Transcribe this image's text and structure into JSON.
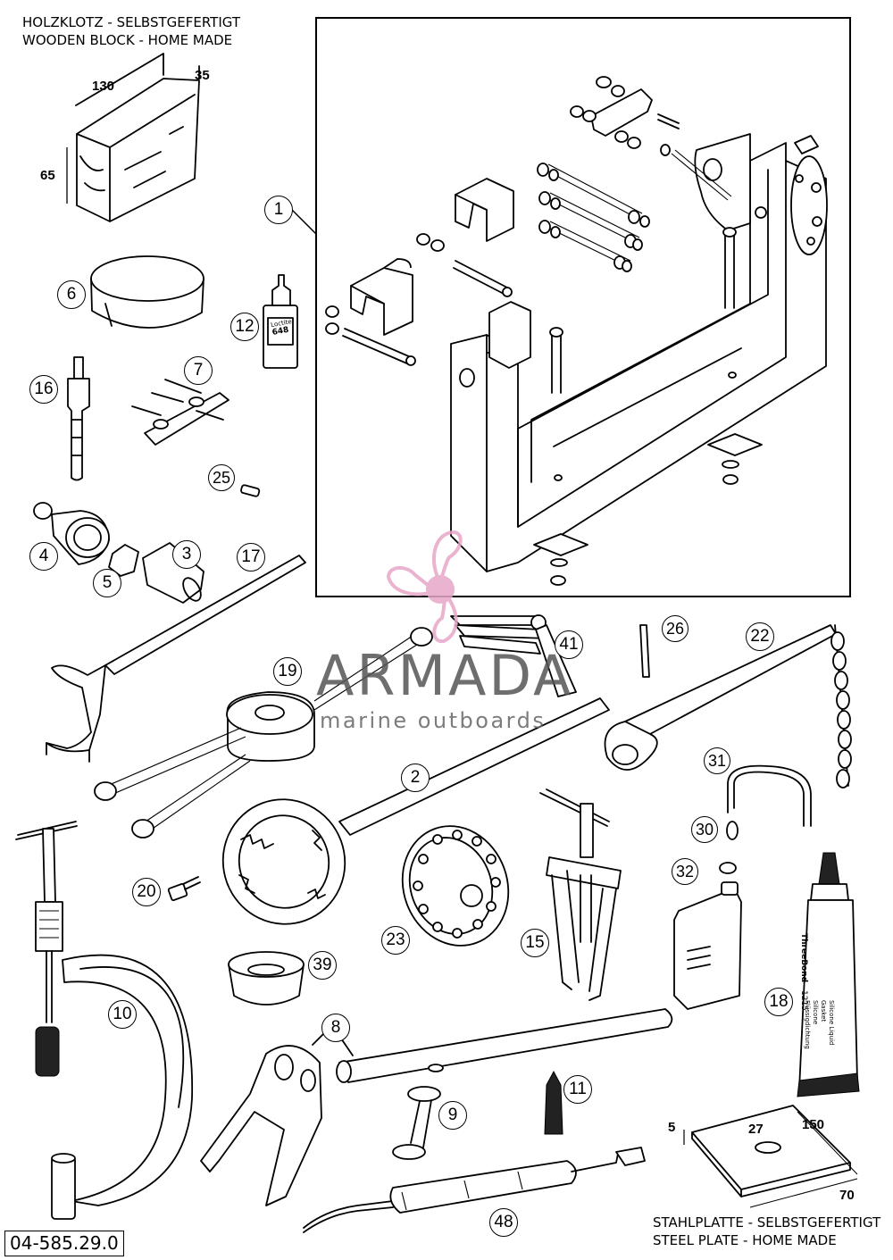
{
  "header_labels": {
    "wooden_block_de": "HOLZKLOTZ - SELBSTGEFERTIGT",
    "wooden_block_en": "WOODEN BLOCK - HOME MADE",
    "steel_plate_de": "STAHLPLATTE - SELBSTGEFERTIGT",
    "steel_plate_en": "STEEL PLATE - HOME MADE"
  },
  "dimensions": {
    "block_length": "130",
    "block_depth": "35",
    "block_height": "65",
    "plate_thickness": "5",
    "plate_hole": "27",
    "plate_length": "150",
    "plate_width": "70"
  },
  "callouts": [
    "1",
    "2",
    "3",
    "4",
    "5",
    "6",
    "7",
    "8",
    "9",
    "10",
    "11",
    "12",
    "15",
    "16",
    "17",
    "18",
    "19",
    "20",
    "22",
    "23",
    "25",
    "26",
    "30",
    "31",
    "32",
    "39",
    "41",
    "48"
  ],
  "tube_label": {
    "brand": "ThreeBond",
    "code": "1215",
    "text1": "Silicone Liquid Gasket",
    "text2": "Silicone Flüssigdichtung"
  },
  "bottle_label": {
    "brand": "Loctite",
    "code": "648"
  },
  "watermark": {
    "title": "ARMADA",
    "subtitle": "marine outboards",
    "color": "#e7a6c8"
  },
  "part_code": "04-585.29.0"
}
